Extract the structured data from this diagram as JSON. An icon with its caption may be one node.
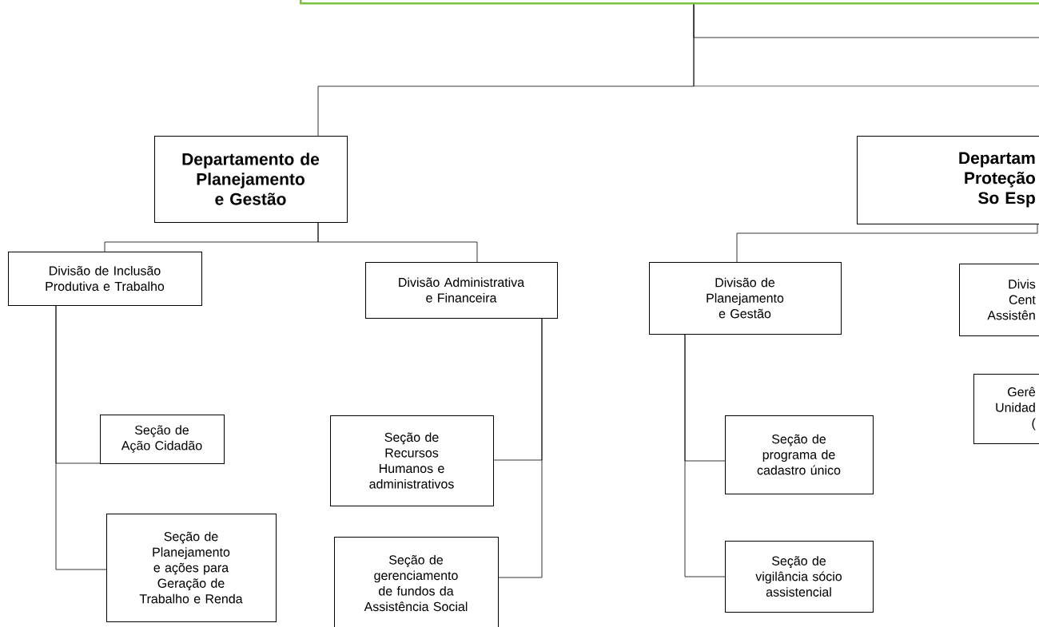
{
  "diagram": {
    "nodes": [
      {
        "text": [],
        "shape": "box"
      },
      {
        "text": [
          "Departamento de Planejamento e Gestão"
        ]
      },
      {
        "text": [
          "Departam Proteção So Esp"
        ]
      },
      {
        "text": [
          "Divisão de Inclusão Produtiva e Trabalho"
        ]
      },
      {
        "text": [
          "Divisão Administrativa e Financeira"
        ]
      },
      {
        "text": [
          "Divisão de Planejamento e Gestão"
        ]
      },
      {
        "text": [
          "Divis Cent Assistên"
        ]
      },
      {
        "text": [
          "Seção de Ação Cidadão"
        ]
      },
      {
        "text": [
          "Seção de Recursos Humanos e administrativos"
        ]
      },
      {
        "text": [
          "Seção de programa de cadastro único"
        ]
      },
      {
        "text": [
          "Gerê Unidad ("
        ]
      },
      {
        "text": [
          "Seção de Planejamento e ações para Geração de Trabalho e Renda"
        ]
      },
      {
        "text": [
          "Seção de gerenciamento de fundos da Assistência Social"
        ]
      },
      {
        "text": [
          "Seção de vigilância sócio assistencial"
        ]
      }
    ],
    "edges": [
      {
        "from": 0,
        "to": 1,
        "arrow": "none"
      },
      {
        "from": 0,
        "to": null,
        "arrow": "none"
      },
      {
        "from": 0,
        "to": null,
        "arrow": "none"
      },
      {
        "from": 1,
        "to": 3,
        "arrow": "none"
      },
      {
        "from": 1,
        "to": 4,
        "arrow": "none"
      },
      {
        "from": 2,
        "to": 5,
        "arrow": "none"
      },
      {
        "from": 3,
        "to": 7,
        "arrow": "none"
      },
      {
        "from": 3,
        "to": 11,
        "arrow": "none"
      },
      {
        "from": 4,
        "to": 8,
        "arrow": "none"
      },
      {
        "from": 4,
        "to": 12,
        "arrow": "none"
      },
      {
        "from": 5,
        "to": 9,
        "arrow": "none"
      },
      {
        "from": 5,
        "to": 13,
        "arrow": "none"
      }
    ]
  }
}
